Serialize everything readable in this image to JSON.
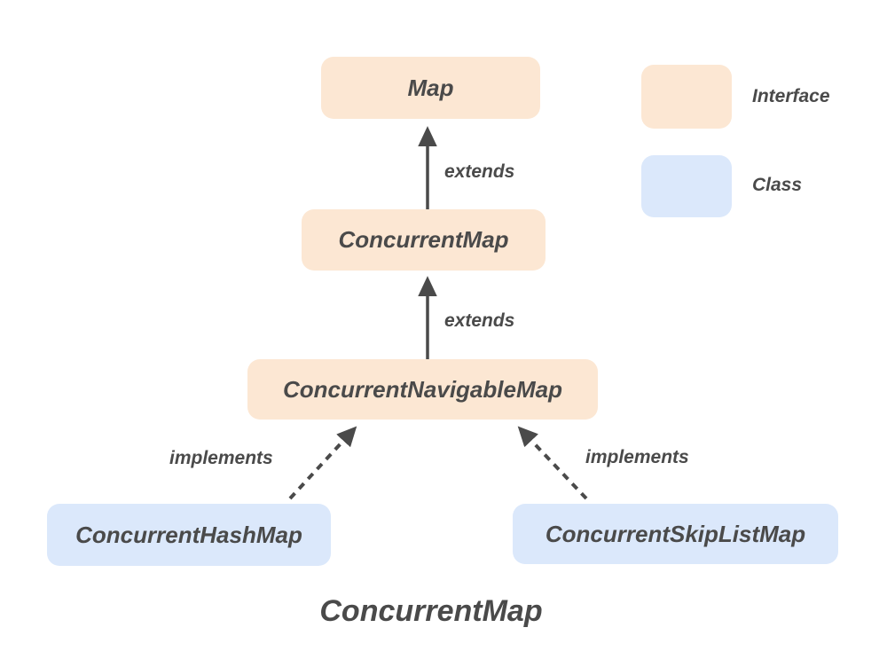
{
  "diagram": {
    "caption": "ConcurrentMap",
    "nodes": [
      {
        "id": "map",
        "label": "Map",
        "type": "interface"
      },
      {
        "id": "concurrent-map",
        "label": "ConcurrentMap",
        "type": "interface"
      },
      {
        "id": "concurrent-navigable-map",
        "label": "ConcurrentNavigableMap",
        "type": "interface"
      },
      {
        "id": "concurrent-hash-map",
        "label": "ConcurrentHashMap",
        "type": "class"
      },
      {
        "id": "concurrent-skip-list-map",
        "label": "ConcurrentSkipListMap",
        "type": "class"
      }
    ],
    "edges": [
      {
        "from": "ConcurrentMap",
        "to": "Map",
        "label": "extends",
        "style": "solid-arrow"
      },
      {
        "from": "ConcurrentNavigableMap",
        "to": "ConcurrentMap",
        "label": "extends",
        "style": "solid-arrow"
      },
      {
        "from": "ConcurrentHashMap",
        "to": "ConcurrentNavigableMap",
        "label": "implements",
        "style": "dashed-arrow"
      },
      {
        "from": "ConcurrentSkipListMap",
        "to": "ConcurrentNavigableMap",
        "label": "implements",
        "style": "dashed-arrow"
      }
    ],
    "legend": [
      {
        "label": "Interface",
        "swatch_color": "#fce7d3"
      },
      {
        "label": "Class",
        "swatch_color": "#dbe8fb"
      }
    ],
    "colors": {
      "interface_fill": "#fce7d3",
      "class_fill": "#dbe8fb",
      "text": "#4a4a4a",
      "arrow": "#4a4a4a",
      "background": "#ffffff"
    }
  }
}
